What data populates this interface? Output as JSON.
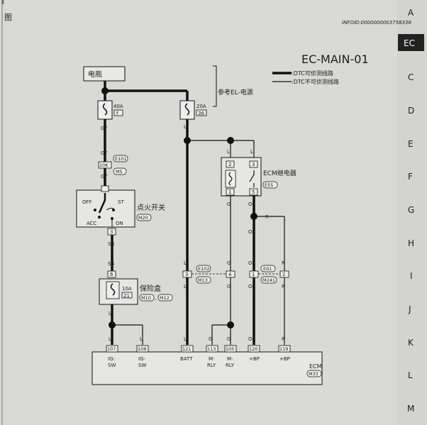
{
  "header": {
    "top_left_text": "Ⅱ",
    "left_mark": "图",
    "infoid": "INFOID:0000000003758336",
    "title": "EC-MAIN-01",
    "legend_dtc_detectable": ":DTC可侦测线路",
    "legend_dtc_not_detectable": ":DTC不可侦测线路"
  },
  "side_tabs": [
    "A",
    "EC",
    "C",
    "D",
    "E",
    "F",
    "G",
    "H",
    "I",
    "J",
    "K",
    "L",
    "M"
  ],
  "active_tab": "EC",
  "components": {
    "battery": "电瓶",
    "ref_power": "参考EL-电源",
    "fuse_40a": "40A",
    "fuse_40a_no": "f",
    "fuse_20a": "20A",
    "fuse_20a_no": "36",
    "ecm_relay": "ECM继电器",
    "ecm_relay_conn": "E55",
    "ign_switch": "点火开关",
    "ign_switch_conn": "M20",
    "ign_off": "OFF",
    "ign_acc": "ACC",
    "ign_st": "ST",
    "ign_on": "ON",
    "fuse_box": "保险盒",
    "fuse_10a": "10A",
    "fuse_10a_no": "21",
    "fuse_box_conn1": "M10",
    "fuse_box_conn2": "M12",
    "fuse_box_sep": ",",
    "ecm": "ECM",
    "ecm_conn": "M33"
  },
  "wires": {
    "gy": "GY",
    "sb": "SB",
    "l": "L",
    "g": "G",
    "or": "OR",
    "r": "R"
  },
  "connectors": {
    "e101": "E101",
    "m5": "M5",
    "pin_10k": "10K",
    "pin_6": "6",
    "pin_3": "3",
    "e102": "E102",
    "m13": "M13",
    "e91": "E91",
    "m241": "M241",
    "pin_3b": "3",
    "pin_4": "4",
    "pin_1": "1",
    "pin_2": "2",
    "relay_2": "2",
    "relay_3": "3",
    "relay_1": "1",
    "relay_5": "5"
  },
  "ecm_pins": [
    {
      "num": "107",
      "label1": "IG-",
      "label2": "SW"
    },
    {
      "num": "108",
      "label1": "IG-",
      "label2": "SW"
    },
    {
      "num": "121",
      "label1": "BATT",
      "label2": ""
    },
    {
      "num": "113",
      "label1": "M-",
      "label2": "RLY"
    },
    {
      "num": "105",
      "label1": "M-",
      "label2": "RLY"
    },
    {
      "num": "120",
      "label1": "+BP",
      "label2": ""
    },
    {
      "num": "119",
      "label1": "+BP",
      "label2": ""
    }
  ]
}
